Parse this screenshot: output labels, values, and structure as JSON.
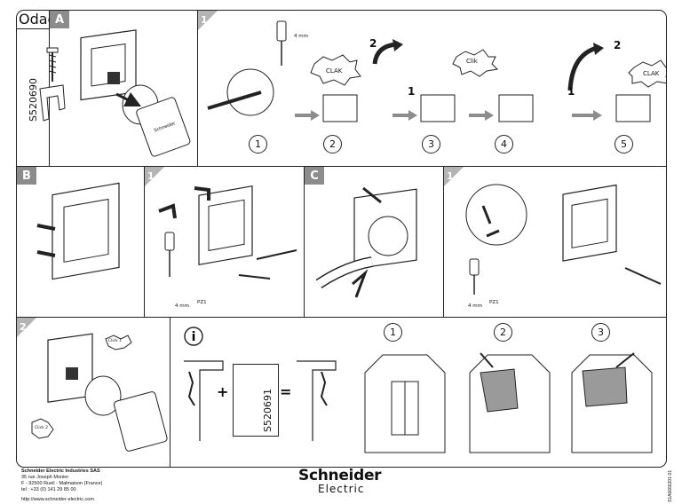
{
  "title": "Odace",
  "product_ref": "S520690",
  "sections": {
    "A": "A",
    "B": "B",
    "C": "C",
    "step1": "1",
    "step2": "2"
  },
  "clip_ref": "S520691",
  "tool_labels": {
    "flat": "4 mm",
    "pz": "PZ1"
  },
  "sounds": {
    "clak": "CLAK",
    "clik": "Clik",
    "click1": "Click 1",
    "click2": "Click 2"
  },
  "arrow_numbers": {
    "one": "1",
    "two": "2"
  },
  "steps_top": [
    "1",
    "2",
    "3",
    "4",
    "5"
  ],
  "steps_bottom": [
    "1",
    "2",
    "3"
  ],
  "operators": {
    "plus": "+",
    "equals": "="
  },
  "info_icon": "info-icon",
  "footer": {
    "company": "Schneider Electric Industries SAS",
    "address1": "35 rue Joseph Monier",
    "address2": "F - 92500 Rueil - Malmaison (France)",
    "phone": "tel : +33 (0) 141 29 85 00",
    "url": "http://www.schneider-electric.com"
  },
  "brand": {
    "line1": "Schneider",
    "line2": "Electric"
  },
  "doc_ref": "S1A6666201-01"
}
